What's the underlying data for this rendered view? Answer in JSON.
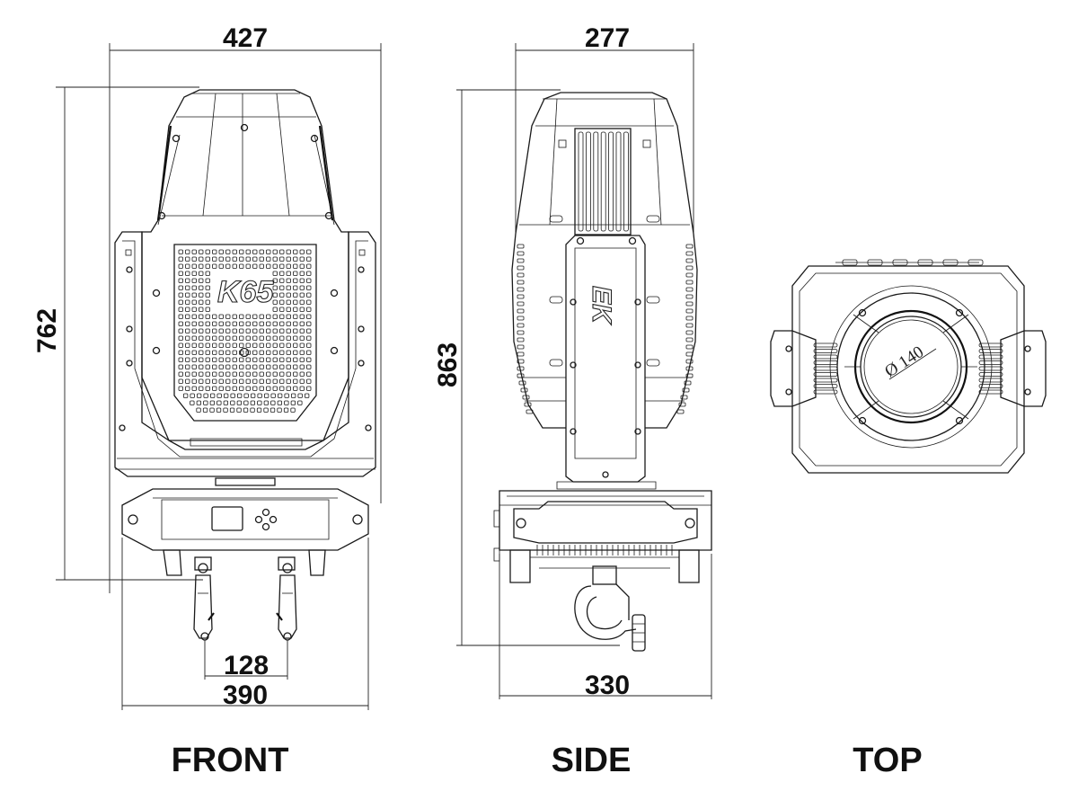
{
  "views": {
    "front": {
      "label": "FRONT",
      "logo": "K65",
      "dims": {
        "width_top": "427",
        "height": "762",
        "clamp_spacing": "128",
        "base_width": "390"
      }
    },
    "side": {
      "label": "SIDE",
      "logo": "EK",
      "dims": {
        "width_top": "277",
        "height": "863",
        "base_width": "330"
      }
    },
    "top": {
      "label": "TOP",
      "lens_diameter": "Ø 140"
    }
  },
  "colors": {
    "line": "#1a1a1a",
    "background": "#ffffff"
  }
}
